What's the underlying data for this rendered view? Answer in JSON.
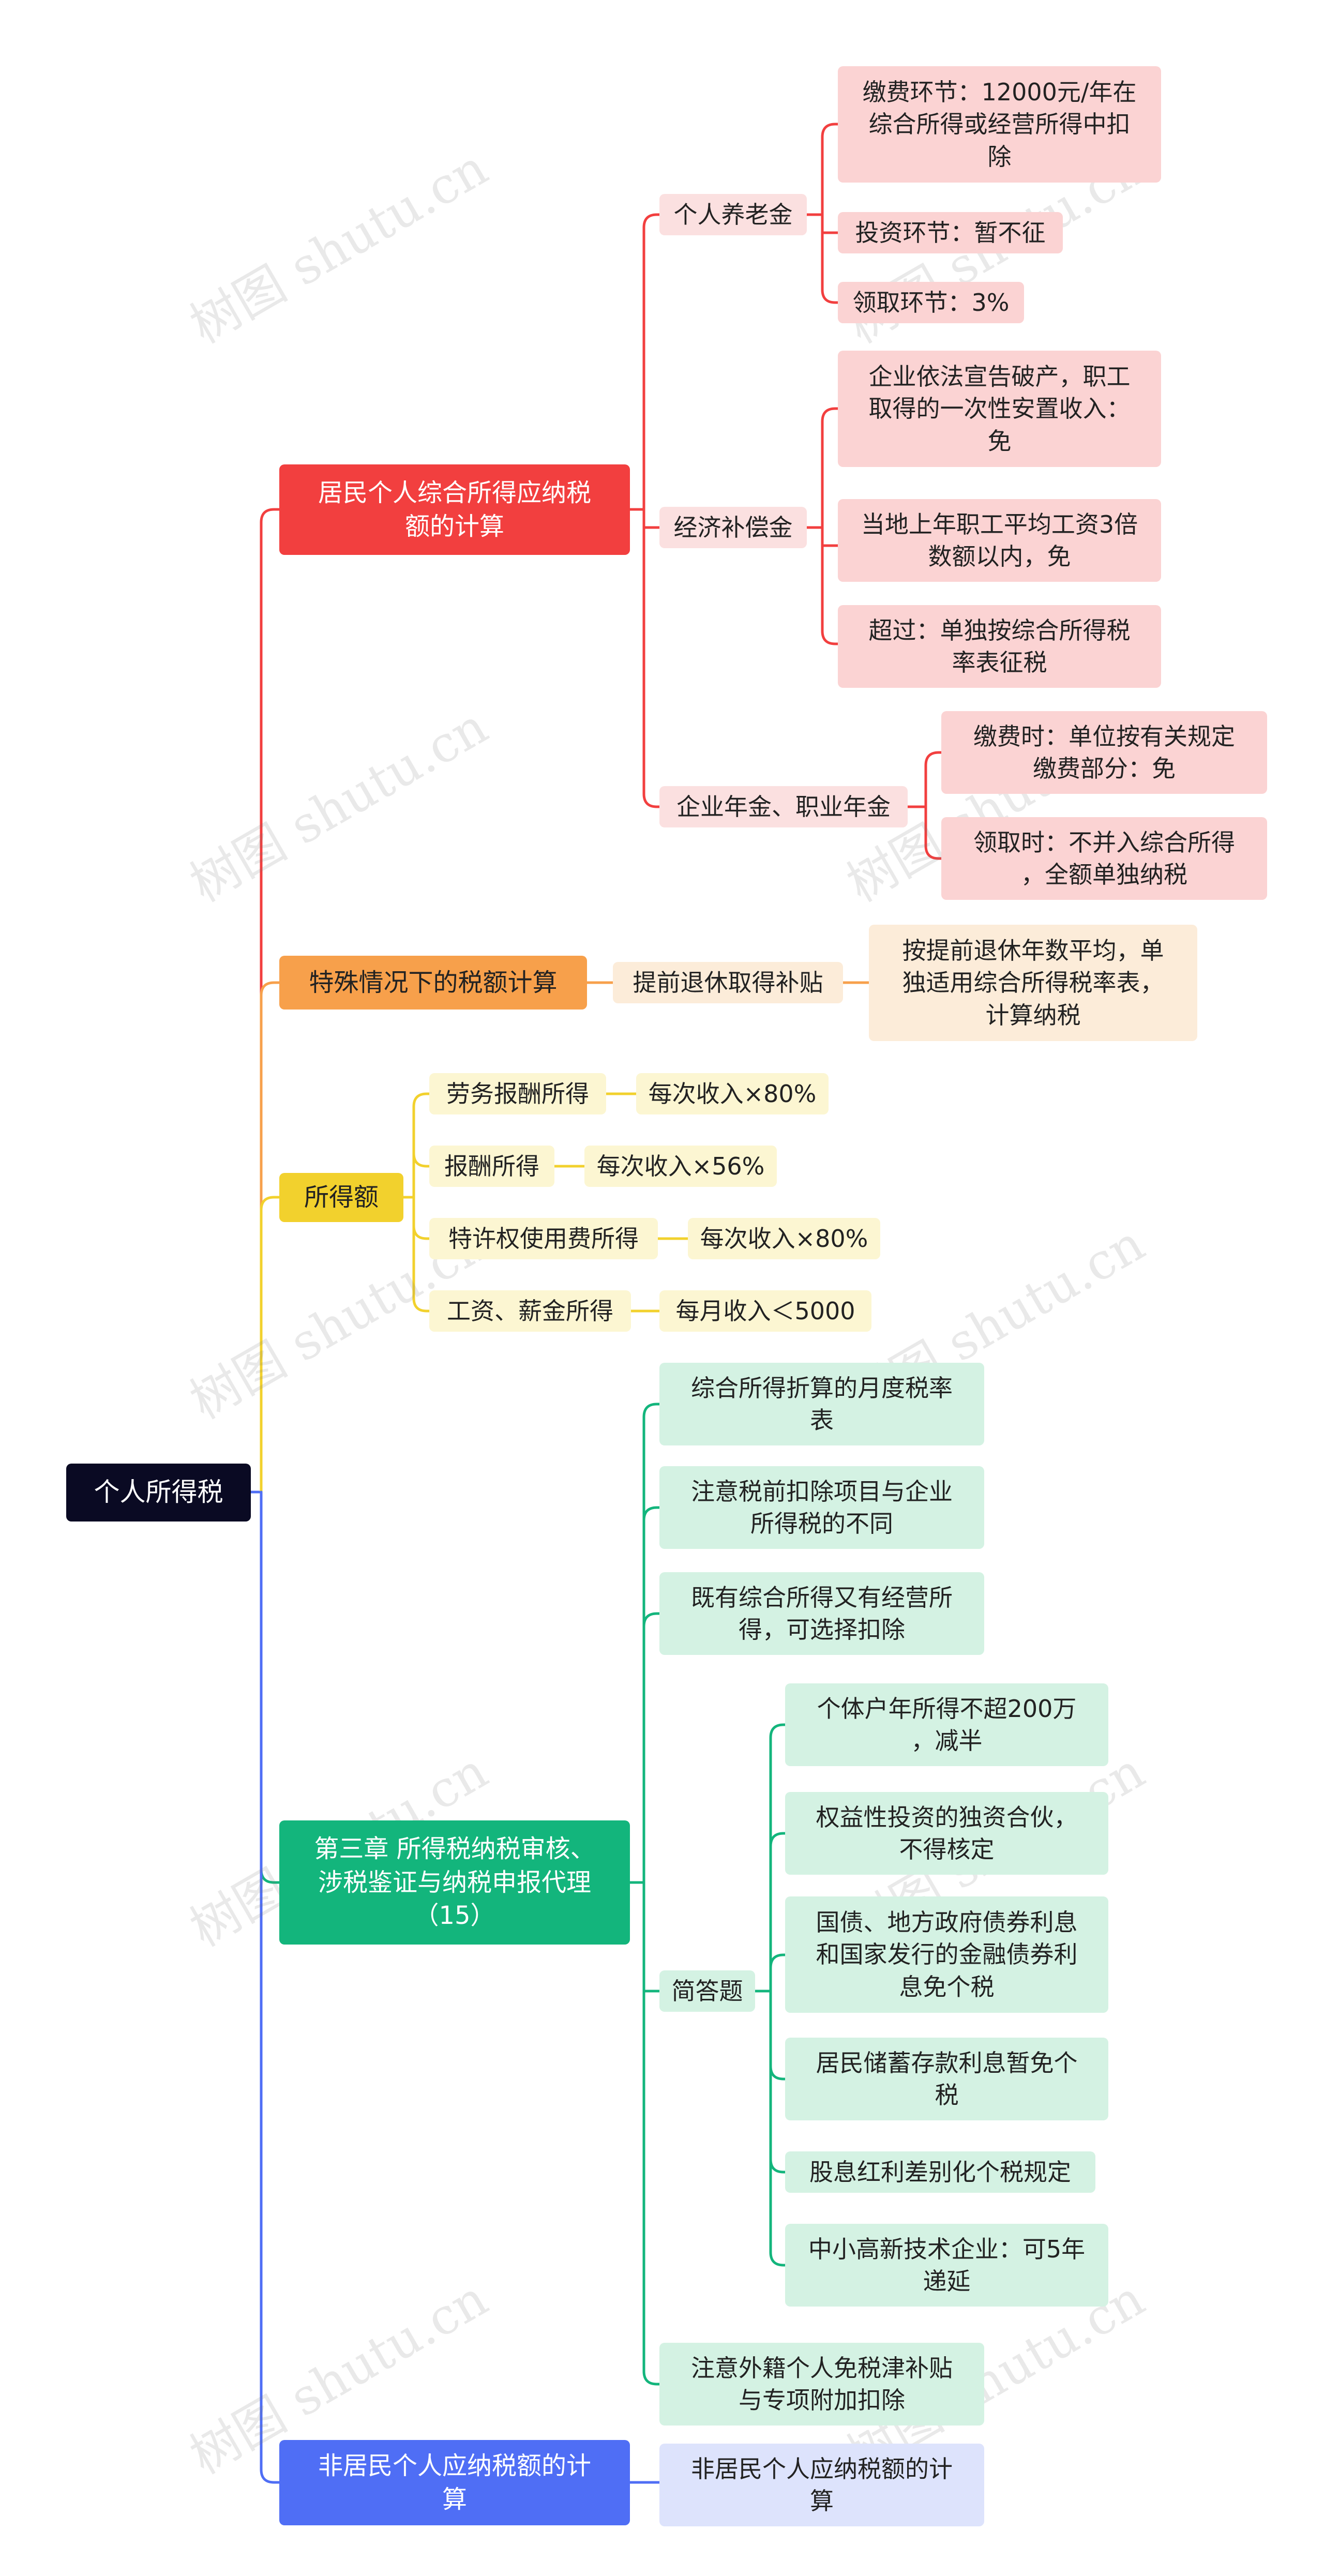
{
  "root": "个人所得税",
  "branches": {
    "resident": {
      "label": "居民个人综合所得应纳税\n额的计算",
      "pension": {
        "label": "个人养老金",
        "items": [
          "缴费环节：12000元/年在\n综合所得或经营所得中扣\n除",
          "投资环节：暂不征",
          "领取环节：3%"
        ]
      },
      "compensation": {
        "label": "经济补偿金",
        "items": [
          "企业依法宣告破产，职工\n取得的一次性安置收入：\n免",
          "当地上年职工平均工资3倍\n数额以内，免",
          "超过：单独按综合所得税\n率表征税"
        ]
      },
      "annuity": {
        "label": "企业年金、职业年金",
        "items": [
          "缴费时：单位按有关规定\n缴费部分：免",
          "领取时：不并入综合所得\n，全额单独纳税"
        ]
      }
    },
    "special": {
      "label": "特殊情况下的税额计算",
      "child": "提前退休取得补贴",
      "leaf": "按提前退休年数平均，单\n独适用综合所得税率表，\n计算纳税"
    },
    "income": {
      "label": "所得额",
      "items": [
        {
          "label": "劳务报酬所得",
          "value": "每次收入×80%"
        },
        {
          "label": "报酬所得",
          "value": "每次收入×56%"
        },
        {
          "label": "特许权使用费所得",
          "value": "每次收入×80%"
        },
        {
          "label": "工资、薪金所得",
          "value": "每月收入＜5000"
        }
      ]
    },
    "chapter3": {
      "label": "第三章 所得税纳税审核、\n涉税鉴证与纳税申报代理\n（15）",
      "items": [
        "综合所得折算的月度税率\n表",
        "注意税前扣除项目与企业\n所得税的不同",
        "既有综合所得又有经营所\n得，可选择扣除"
      ],
      "short": {
        "label": "简答题",
        "items": [
          "个体户年所得不超200万\n，减半",
          "权益性投资的独资合伙，\n不得核定",
          "国债、地方政府债券利息\n和国家发行的金融债券利\n息免个税",
          "居民储蓄存款利息暂免个\n税",
          "股息红利差别化个税规定",
          "中小高新技术企业：可5年\n递延"
        ]
      },
      "last": "注意外籍个人免税津补贴\n与专项附加扣除"
    },
    "nonresident": {
      "label": "非居民个人应纳税额的计\n算",
      "child": "非居民个人应纳税额的计\n算"
    }
  },
  "watermark": "树图 shutu.cn",
  "colors": {
    "red": "#f23f3f",
    "orange": "#f7a04b",
    "yellow": "#f2d12d",
    "green": "#13b57c",
    "blue": "#4f6ef5",
    "root": "#0a0a23"
  }
}
